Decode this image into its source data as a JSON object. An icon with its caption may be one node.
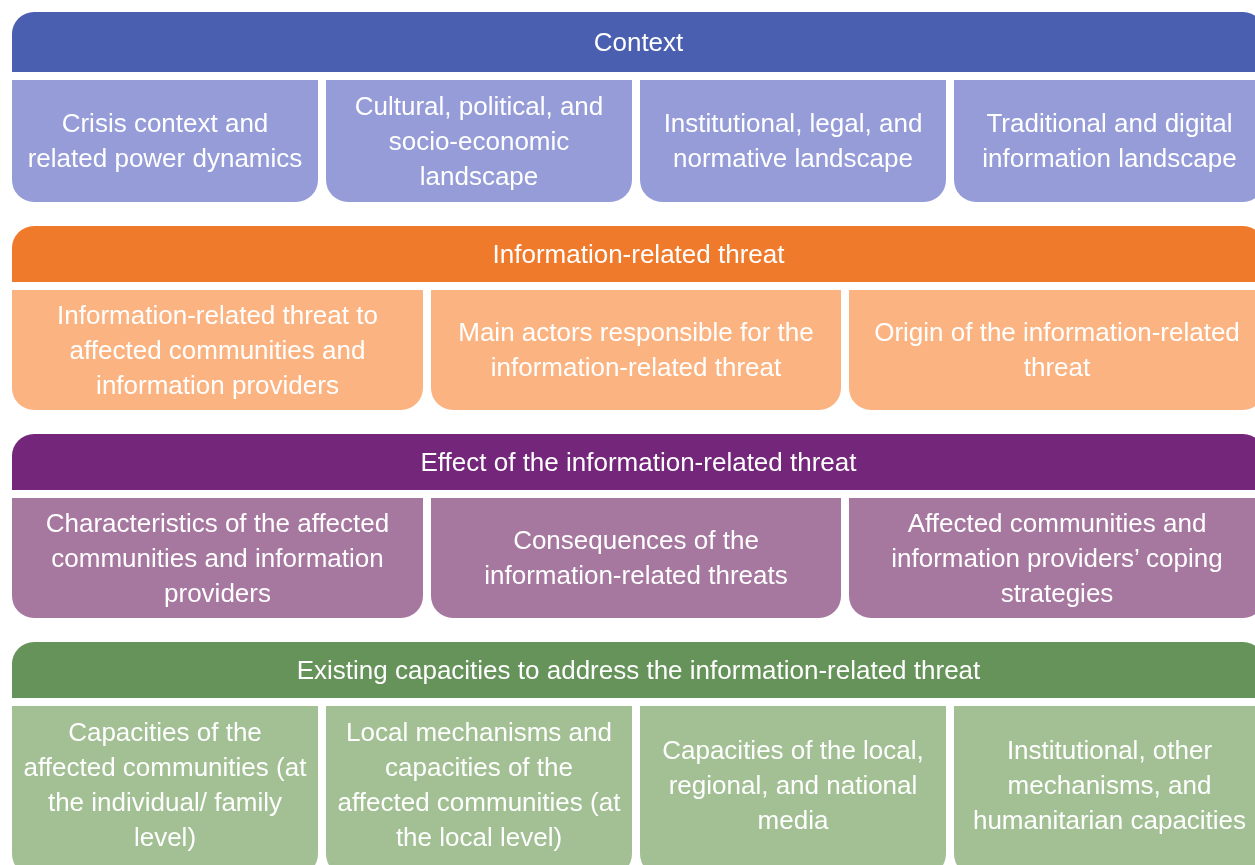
{
  "diagram": {
    "nodes": [
      {
        "text": [
          "Context"
        ]
      },
      {
        "text": [
          "Crisis context and related power dynamics"
        ]
      },
      {
        "text": [
          "Cultural, political, and socio-economic landscape"
        ]
      },
      {
        "text": [
          "Institutional, legal, and normative landscape"
        ]
      },
      {
        "text": [
          "Traditional and digital information landscape"
        ]
      },
      {
        "text": [
          "Information-related threat"
        ]
      },
      {
        "text": [
          "Information-related threat to affected communities and information providers"
        ]
      },
      {
        "text": [
          "Main actors responsible for the information-related threat"
        ]
      },
      {
        "text": [
          "Origin of the information-related threat"
        ]
      },
      {
        "text": [
          "Effect of the information-related threat"
        ]
      },
      {
        "text": [
          "Characteristics of the affected communities and information providers"
        ]
      },
      {
        "text": [
          "Consequences of the information-related threats"
        ]
      },
      {
        "text": [
          "Affected communities and information providers’ coping strategies"
        ]
      },
      {
        "text": [
          "Existing capacities to address the information-related threat"
        ]
      },
      {
        "text": [
          "Capacities of the affected communities (at the individual/ family level)"
        ]
      },
      {
        "text": [
          "Local mechanisms and capacities of the affected communities (at the local level)"
        ]
      },
      {
        "text": [
          "Capacities of the local, regional, and national media"
        ]
      },
      {
        "text": [
          "Institutional, other mechanisms, and humanitarian capacities"
        ]
      }
    ]
  }
}
